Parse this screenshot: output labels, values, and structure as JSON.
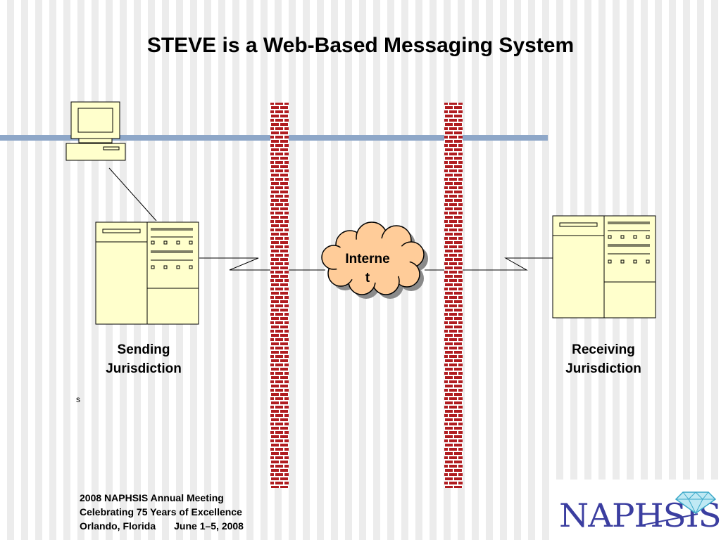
{
  "slide": {
    "title": "STEVE is a Web-Based Messaging System",
    "stray_text": "s"
  },
  "diagram": {
    "cloud_label_line1": "Interne",
    "cloud_label_line2": "t",
    "sending_label_line1": "Sending",
    "sending_label_line2": "Jurisdiction",
    "receiving_label_line1": "Receiving",
    "receiving_label_line2": "Jurisdiction"
  },
  "footer": {
    "line1": "2008 NAPHSIS Annual Meeting",
    "line2": "Celebrating 75 Years of Excellence",
    "line3_location": "Orlando, Florida",
    "line3_dates": "June 1–5, 2008"
  },
  "logo": {
    "text": "NAPHSIS"
  },
  "colors": {
    "network_bar": "#8ea7c8",
    "firewall_brick": "#b01c20",
    "server_fill": "#ffffcc",
    "cloud_fill": "#ffcc99",
    "logo_text": "#3b3ea0"
  },
  "icons": [
    "computer-icon",
    "sending-server-icon",
    "receiving-server-icon",
    "internet-cloud-icon",
    "firewall-icon",
    "diamond-icon"
  ]
}
